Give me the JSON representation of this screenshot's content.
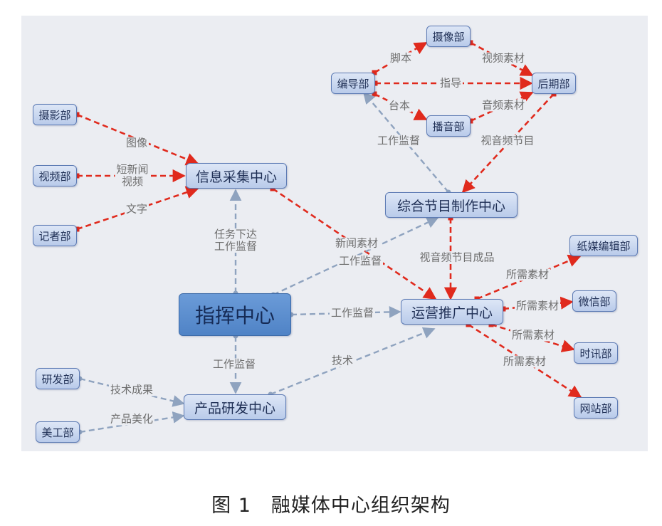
{
  "colors": {
    "info_flow": "#e02a1d",
    "supervision": "#8fa3bf",
    "node_fill": "#c9d7ef",
    "main_node_fill": "#5b8fd0",
    "background": "#ebedf2"
  },
  "nodes": {
    "command": "指挥中心",
    "info_collect": "信息采集中心",
    "program_center": "综合节目制作中心",
    "operation": "运营推广中心",
    "product_rd": "产品研发中心",
    "photo_dept": "摄影部",
    "video_dept": "视频部",
    "reporter_dept": "记者部",
    "camera_dept": "摄像部",
    "director_dept": "编导部",
    "post_dept": "后期部",
    "broadcast_dept": "播音部",
    "paper_editor_dept": "纸媒编辑部",
    "wechat_dept": "微信部",
    "news_dept": "时讯部",
    "website_dept": "网站部",
    "rd_dept": "研发部",
    "art_dept": "美工部"
  },
  "edge_labels": {
    "image": "图像",
    "short_news_video": "短新闻\n视频",
    "text": "文字",
    "script": "脚本",
    "video_material": "视频素材",
    "guidance": "指导",
    "draft": "台本",
    "audio_material": "音频素材",
    "av_program": "视音频节目",
    "work_supervision_director": "工作监督",
    "task_supervision": "任务下达\n工作监督",
    "news_material": "新闻素材",
    "work_supervision_program": "工作监督",
    "av_product": "视音频节目成品",
    "work_supervision_operation": "工作监督",
    "work_supervision_product": "工作监督",
    "tech": "技术",
    "tech_result": "技术成果",
    "product_beauty": "产品美化",
    "needed_material_1": "所需素材",
    "needed_material_2": "所需素材",
    "needed_material_3": "所需素材",
    "needed_material_4": "所需素材"
  },
  "caption": "图 1　融媒体中心组织架构"
}
